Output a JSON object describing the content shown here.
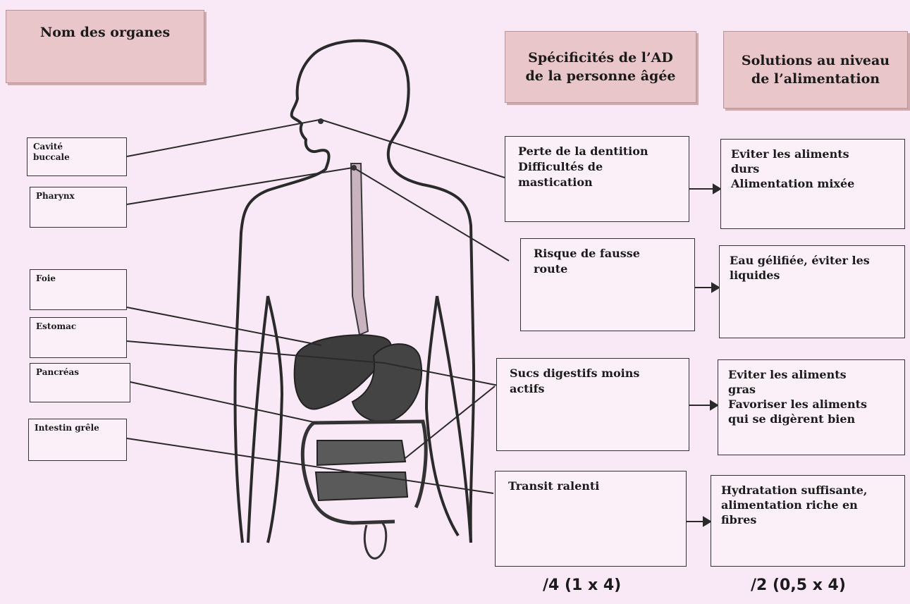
{
  "headers": {
    "organs": "Nom des organes",
    "specificities": "Spécificités de l’AD\nde la personne âgée",
    "solutions": "Solutions au niveau\nde l’alimentation"
  },
  "organs": [
    "Cavité\nbuccale",
    "Pharynx",
    "Foie",
    "Estomac",
    "Pancréas",
    "Intestin grêle"
  ],
  "specificities": [
    "Perte de la dentition\nDifficultés de\nmastication",
    "Risque de fausse\nroute",
    "Sucs digestifs moins\nactifs",
    "Transit ralenti"
  ],
  "solutions": [
    "Eviter les aliments\ndurs\nAlimentation mixée",
    "Eau gélifiée, éviter les\nliquides",
    "Eviter les aliments\ngras\nFavoriser les aliments\nqui se digèrent bien",
    "Hydratation suffisante,\nalimentation riche en\nfibres"
  ],
  "scores": {
    "specificities": "/4 (1 x 4)",
    "solutions": "/2 (0,5 x 4)"
  },
  "colors": {
    "background": "#f9e8f5",
    "header_fill": "#e8c6c9",
    "line": "#333333"
  }
}
